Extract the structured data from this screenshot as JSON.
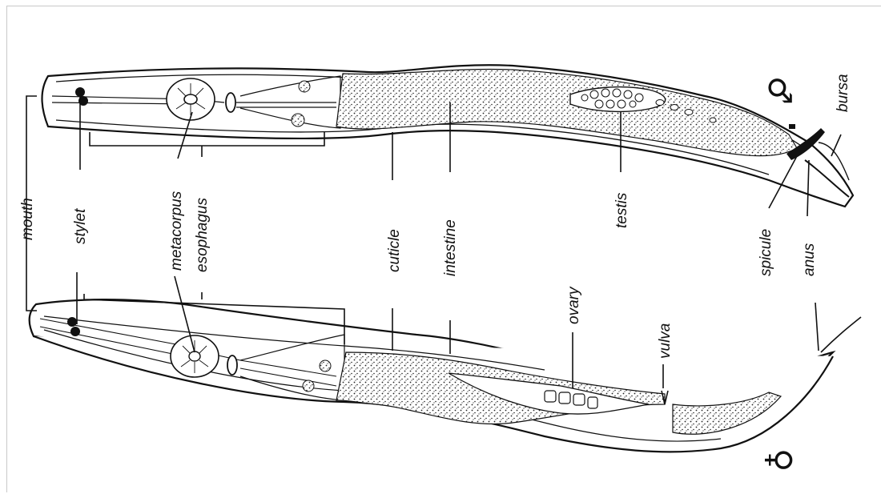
{
  "figure": {
    "labels": {
      "mouth": "mouth",
      "stylet": "stylet",
      "metacorpus": "metacorpus",
      "esophagus": "esophagus",
      "cuticle": "cuticle",
      "intestine": "intestine",
      "testis": "testis",
      "ovary": "ovary",
      "vulva": "vulva",
      "spicule": "spicule",
      "anus": "anus",
      "bursa": "bursa"
    },
    "male_symbol": "♂",
    "female_symbol": "♀"
  }
}
